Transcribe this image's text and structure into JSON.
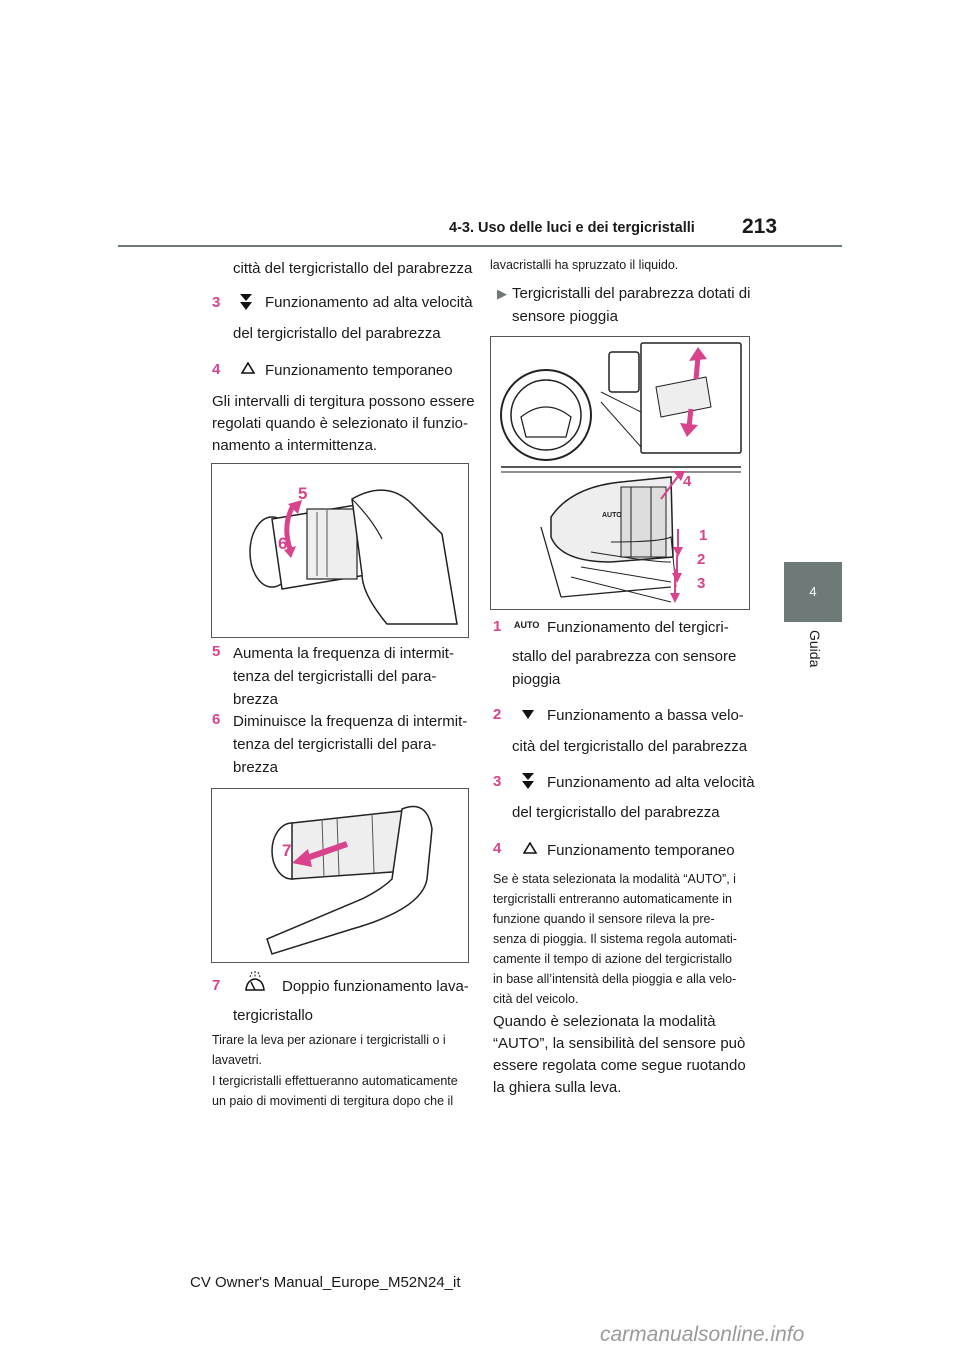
{
  "header": {
    "page_number": "213",
    "section": "4-3. Uso delle luci e dei tergicristalli"
  },
  "side_tab": {
    "number": "4",
    "label": "Guida"
  },
  "left": {
    "line1": "città del tergicristallo del parabrezza",
    "item3": {
      "num": "3",
      "l1": "Funzionamento ad alta velocità",
      "l2": "del tergicristallo del parabrezza"
    },
    "item4": {
      "num": "4",
      "text": "Funzionamento temporaneo"
    },
    "para": [
      "Gli intervalli di tergitura possono essere",
      "regolati quando è selezionato il funzio-",
      "namento a intermittenza."
    ],
    "fig1": {
      "label5": "5",
      "label6": "6"
    },
    "item5": {
      "num": "5",
      "lines": [
        "Aumenta la frequenza di intermit-",
        "tenza del tergicristalli del para-",
        "brezza"
      ]
    },
    "item6": {
      "num": "6",
      "lines": [
        "Diminuisce la frequenza di intermit-",
        "tenza del tergicristalli del para-",
        "brezza"
      ]
    },
    "fig2": {
      "label7": "7"
    },
    "item7": {
      "num": "7",
      "l1": "Doppio funzionamento lava-",
      "l2": "tergicristallo"
    },
    "note1": [
      "Tirare la leva per azionare i tergicristalli o i",
      "lavavetri."
    ],
    "note2": [
      "I tergicristalli effettueranno automaticamente",
      "un paio di movimenti di tergitura dopo che il"
    ]
  },
  "right": {
    "cont": "lavacristalli ha spruzzato il liquido.",
    "heading": [
      "Tergicristalli del parabrezza dotati di",
      "sensore pioggia"
    ],
    "fig3": {
      "labels": [
        "4",
        "1",
        "2",
        "3"
      ],
      "auto": "AUTO"
    },
    "item1": {
      "num": "1",
      "icon_text": "AUTO",
      "l1": "Funzionamento del tergicri-",
      "l2": "stallo del parabrezza con sensore",
      "l3": "pioggia"
    },
    "item2": {
      "num": "2",
      "l1": "Funzionamento a bassa velo-",
      "l2": "cità del tergicristallo del parabrezza"
    },
    "item3": {
      "num": "3",
      "l1": "Funzionamento ad alta velocità",
      "l2": "del tergicristallo del parabrezza"
    },
    "item4": {
      "num": "4",
      "text": "Funzionamento temporaneo"
    },
    "note": [
      "Se è stata selezionata la modalità “AUTO”, i",
      "tergicristalli entreranno automaticamente in",
      "funzione quando il sensore rileva la pre-",
      "senza di pioggia. Il sistema regola automati-",
      "camente il tempo di azione del tergicristallo",
      "in base all’intensità della pioggia e alla velo-",
      "cità del veicolo."
    ],
    "para": [
      "Quando è selezionata la modalità",
      "“AUTO”, la sensibilità del sensore può",
      "essere regolata come segue ruotando",
      "la ghiera sulla leva."
    ]
  },
  "footer": {
    "text": "CV Owner's Manual_Europe_M52N24_it",
    "watermark": "carmanualsonline.info"
  },
  "colors": {
    "accent": "#d8438c",
    "tab": "#6d7a77"
  }
}
